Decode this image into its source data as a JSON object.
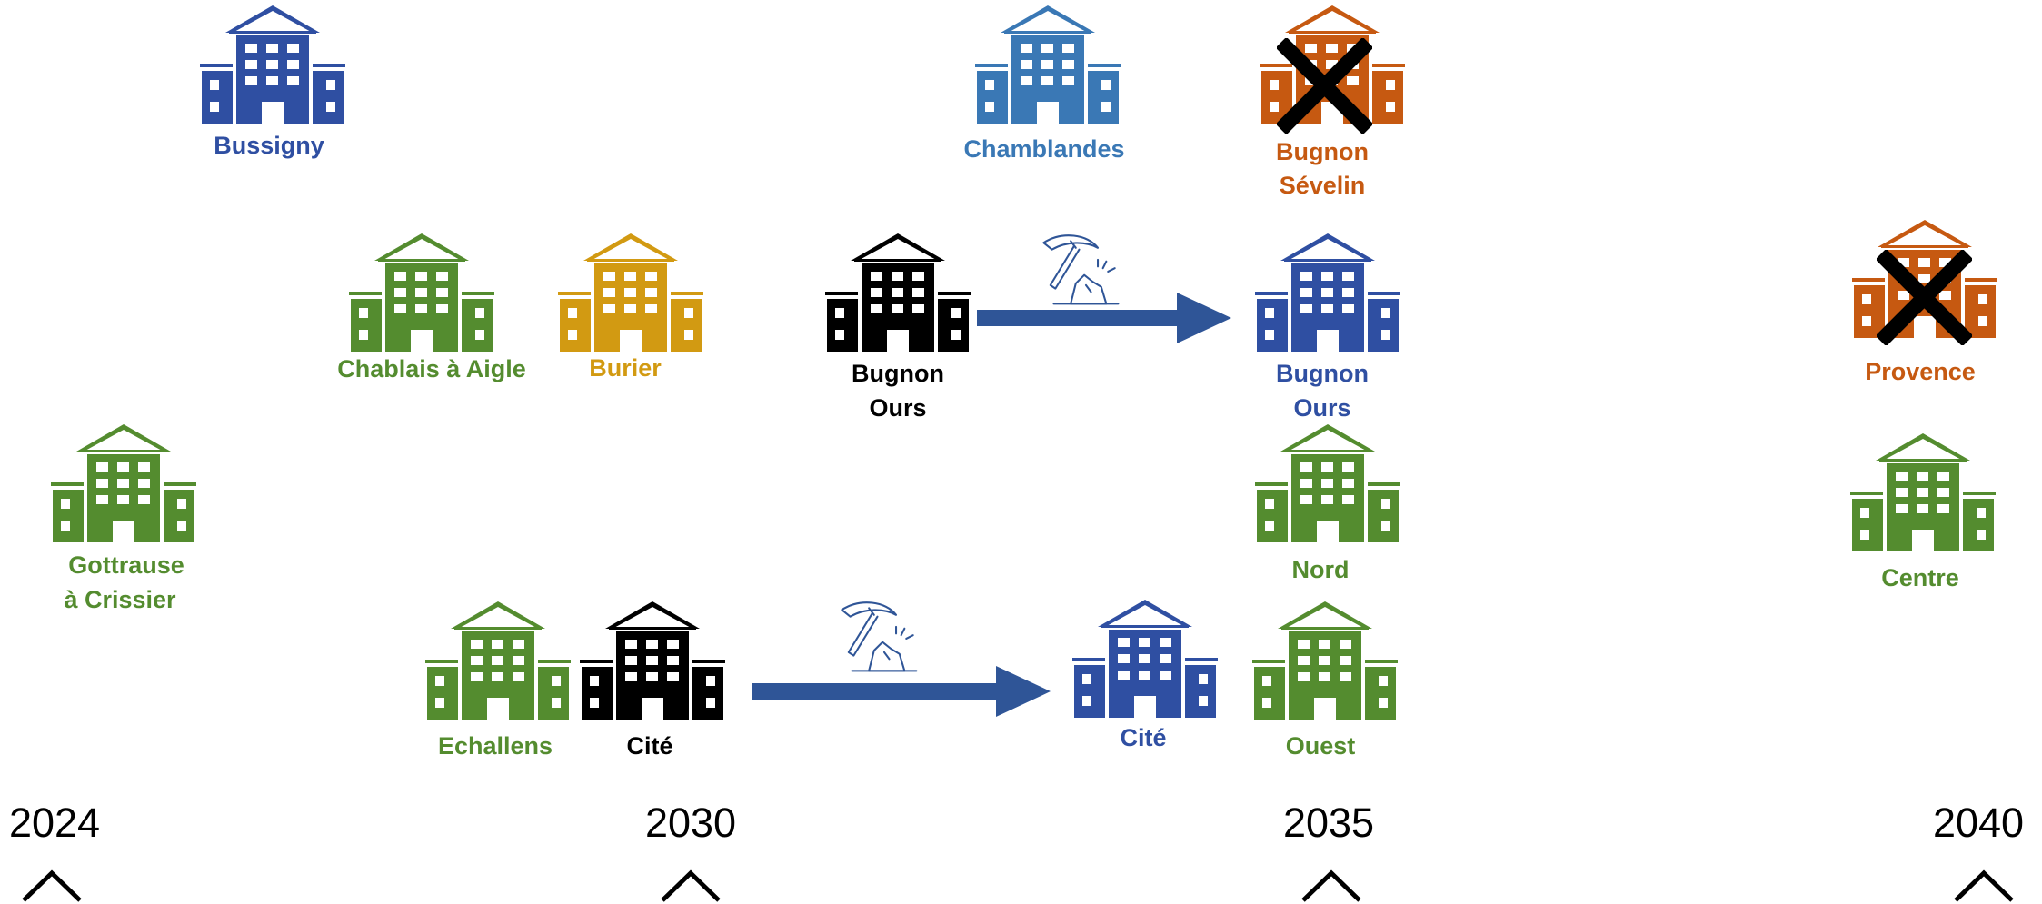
{
  "colors": {
    "blue": "#2F4FA2",
    "light_blue": "#3A78B5",
    "green": "#548C2F",
    "gold": "#D29A12",
    "orange": "#C65911",
    "black": "#000000",
    "arrow": "#2F5597"
  },
  "timeline": {
    "years": [
      "2024",
      "2030",
      "2035",
      "2040"
    ]
  },
  "buildings": {
    "bussigny": {
      "label": "Bussigny",
      "color": "blue"
    },
    "chamblandes": {
      "label": "Chamblandes",
      "color": "light_blue"
    },
    "bugnon_sevelin": {
      "line1": "Bugnon",
      "line2": "Sévelin",
      "color": "orange",
      "status": "closed"
    },
    "chablais": {
      "label": "Chablais à Aigle",
      "color": "green"
    },
    "burier": {
      "label": "Burier",
      "color": "gold"
    },
    "bugnon_ours_old": {
      "line1": "Bugnon",
      "line2": "Ours",
      "color": "black"
    },
    "bugnon_ours_new": {
      "line1": "Bugnon",
      "line2": "Ours",
      "color": "blue"
    },
    "provence": {
      "label": "Provence",
      "color": "orange",
      "status": "closed"
    },
    "gottrause": {
      "line1": "Gottrause",
      "line2": "à Crissier",
      "color": "green"
    },
    "nord": {
      "label": "Nord",
      "color": "green"
    },
    "centre": {
      "label": "Centre",
      "color": "green"
    },
    "echallens": {
      "label": "Echallens",
      "color": "green"
    },
    "cite_old": {
      "label": "Cité",
      "color": "black"
    },
    "cite_new": {
      "label": "Cité",
      "color": "blue"
    },
    "ouest": {
      "label": "Ouest",
      "color": "green"
    }
  },
  "icons": {
    "building": "building-icon",
    "construction": "pickaxe-icon",
    "closure": "cross-icon",
    "marker": "caret-up-icon"
  }
}
